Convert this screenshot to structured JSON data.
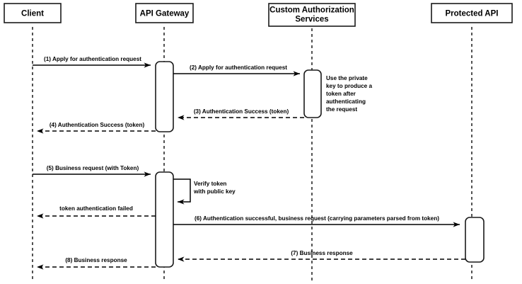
{
  "diagram": {
    "title": "API Gateway token authentication sequence",
    "type": "uml-sequence-diagram",
    "colors": {
      "background": "#ffffff",
      "stroke": "#1a1a1a",
      "text": "#000000"
    },
    "participants": [
      {
        "id": "client",
        "label": "Client"
      },
      {
        "id": "api-gateway",
        "label": "API Gateway"
      },
      {
        "id": "custom-authorization-services",
        "label": "Custom Authorization Services",
        "label_line1": "Custom Authorization",
        "label_line2": "Services"
      },
      {
        "id": "protected-api",
        "label": "Protected API"
      }
    ],
    "messages": [
      {
        "seq": "1",
        "label": "(1) Apply for authentication request",
        "from": "client",
        "to": "api-gateway",
        "style": "solid"
      },
      {
        "seq": "2",
        "label": "(2) Apply for authentication request",
        "from": "api-gateway",
        "to": "custom-authorization-services",
        "style": "solid"
      },
      {
        "seq": "3",
        "label": "(3) Authentication Success (token)",
        "from": "custom-authorization-services",
        "to": "api-gateway",
        "style": "dashed"
      },
      {
        "seq": "4",
        "label": "(4) Authentication Success (token)",
        "from": "api-gateway",
        "to": "client",
        "style": "dashed"
      },
      {
        "seq": "5",
        "label": "(5) Business request (with Token)",
        "from": "client",
        "to": "api-gateway",
        "style": "solid"
      },
      {
        "seq": "fail",
        "label": "token authentication failed",
        "from": "api-gateway",
        "to": "client",
        "style": "dashed"
      },
      {
        "seq": "6",
        "label": "(6) Authentication successful, business request (carrying parameters parsed from token)",
        "from": "api-gateway",
        "to": "protected-api",
        "style": "solid"
      },
      {
        "seq": "7",
        "label": "(7) Business response",
        "from": "protected-api",
        "to": "api-gateway",
        "style": "dashed"
      },
      {
        "seq": "8",
        "label": "(8) Business response",
        "from": "api-gateway",
        "to": "client",
        "style": "dashed"
      }
    ],
    "notes": [
      {
        "id": "private-key-note",
        "attached_to": "custom-authorization-services",
        "text": "Use the private key to produce a token after authenticating the request",
        "lines": [
          "Use the private",
          "key to produce a",
          "token after",
          "authenticating",
          "the request"
        ]
      }
    ],
    "self_calls": [
      {
        "id": "verify-token-self-call",
        "on": "api-gateway",
        "text": "Verify token with public key",
        "lines": [
          "Verify token",
          "with public key"
        ]
      }
    ]
  }
}
